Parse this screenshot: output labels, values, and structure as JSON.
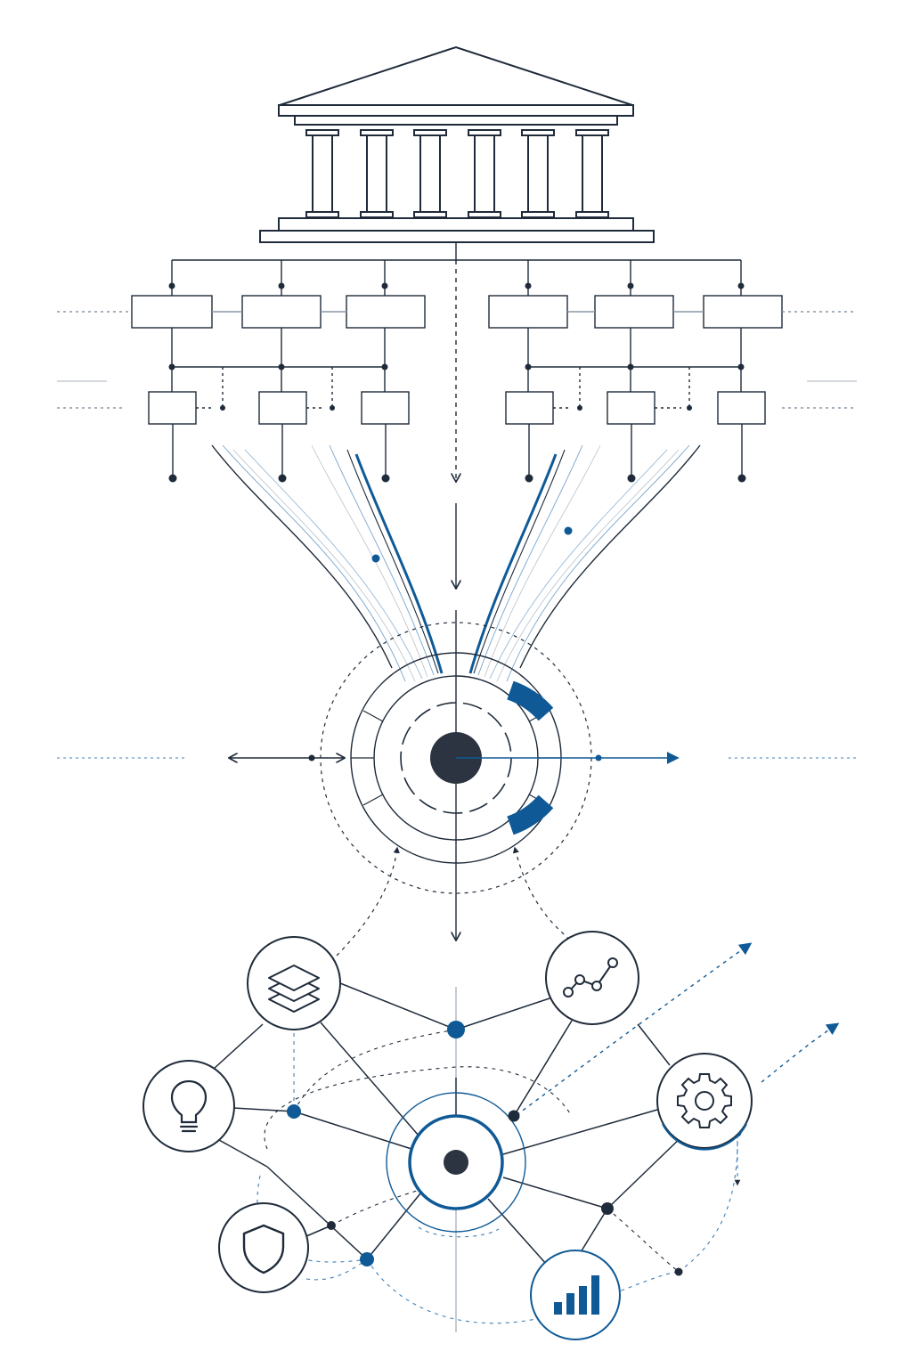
{
  "colors": {
    "ink": "#1f2b3a",
    "accent": "#0f5a96",
    "accent_light": "#3f7fb8",
    "faint": "#8a97a6",
    "hub_fill": "#2b3440"
  },
  "sections": {
    "institution": {
      "icon": "institution-building-icon"
    },
    "org_chart": {
      "top_boxes": 6,
      "bottom_boxes": 6
    },
    "core_hub": {
      "icon": "target-core-icon"
    },
    "network": {
      "nodes": [
        {
          "id": "layers",
          "icon": "layers-icon"
        },
        {
          "id": "trend",
          "icon": "line-chart-icon"
        },
        {
          "id": "idea",
          "icon": "lightbulb-icon"
        },
        {
          "id": "settings",
          "icon": "gear-icon"
        },
        {
          "id": "security",
          "icon": "shield-icon"
        },
        {
          "id": "analytics",
          "icon": "bar-chart-icon"
        }
      ]
    }
  }
}
